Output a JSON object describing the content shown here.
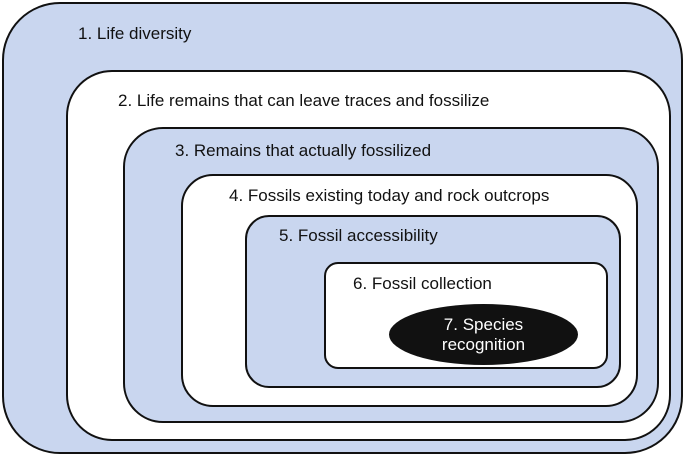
{
  "diagram": {
    "levels": [
      {
        "label": "1. Life diversity"
      },
      {
        "label": "2. Life remains that can leave traces and fossilize"
      },
      {
        "label": "3. Remains that actually fossilized"
      },
      {
        "label": "4. Fossils existing today and rock outcrops"
      },
      {
        "label": "5. Fossil accessibility"
      },
      {
        "label": "6. Fossil collection"
      },
      {
        "label_line1": "7. Species",
        "label_line2": "recognition"
      }
    ],
    "colors": {
      "blue_fill": "#c9d6ef",
      "white_fill": "#ffffff",
      "border": "#111111",
      "core_fill": "#111111",
      "core_text": "#ffffff"
    }
  }
}
